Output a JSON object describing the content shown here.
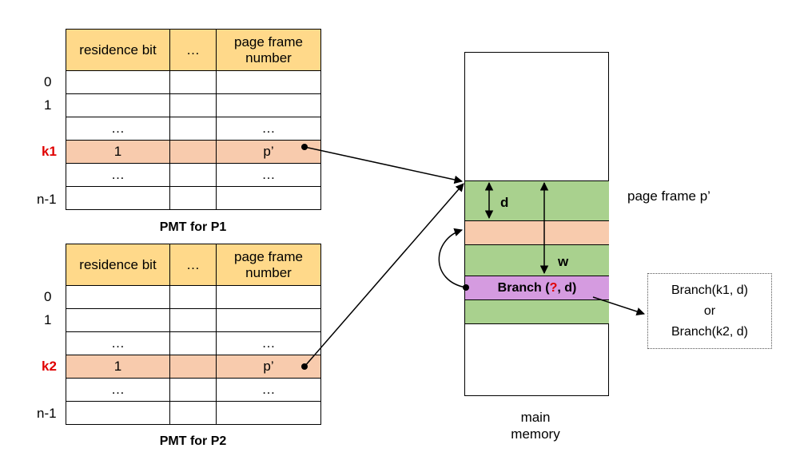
{
  "pmt1": {
    "header": {
      "col1": "residence bit",
      "col2": "…",
      "col3": "page frame number"
    },
    "rows": [
      {
        "label": "0",
        "c1": "",
        "c2": "",
        "c3": ""
      },
      {
        "label": "1",
        "c1": "",
        "c2": "",
        "c3": ""
      },
      {
        "label": "",
        "c1": "…",
        "c2": "",
        "c3": "…"
      },
      {
        "label": "k1",
        "c1": "1",
        "c2": "",
        "c3": "p’"
      },
      {
        "label": "",
        "c1": "…",
        "c2": "",
        "c3": "…"
      },
      {
        "label": "n-1",
        "c1": "",
        "c2": "",
        "c3": ""
      }
    ],
    "caption": "PMT for P1"
  },
  "pmt2": {
    "header": {
      "col1": "residence bit",
      "col2": "…",
      "col3": "page frame number"
    },
    "rows": [
      {
        "label": "0",
        "c1": "",
        "c2": "",
        "c3": ""
      },
      {
        "label": "1",
        "c1": "",
        "c2": "",
        "c3": ""
      },
      {
        "label": "",
        "c1": "…",
        "c2": "",
        "c3": "…"
      },
      {
        "label": "k2",
        "c1": "1",
        "c2": "",
        "c3": "p’"
      },
      {
        "label": "",
        "c1": "…",
        "c2": "",
        "c3": "…"
      },
      {
        "label": "n-1",
        "c1": "",
        "c2": "",
        "c3": ""
      }
    ],
    "caption": "PMT for P2"
  },
  "memory": {
    "label_line1": "main",
    "label_line2": "memory",
    "frame_label": "page frame p’",
    "d_label": "d",
    "w_label": "w",
    "branch_prefix": "Branch (",
    "branch_question": "?",
    "branch_suffix": ", d)"
  },
  "note": {
    "line1": "Branch(k1, d)",
    "line2": "or",
    "line3": "Branch(k2, d)"
  },
  "colors": {
    "header": "#ffd98a",
    "highlight_row": "#f8cbad",
    "frame_green": "#a9d18e",
    "frame_orange": "#f8cbad",
    "branch_purple": "#d59be0",
    "red": "#e00000"
  }
}
